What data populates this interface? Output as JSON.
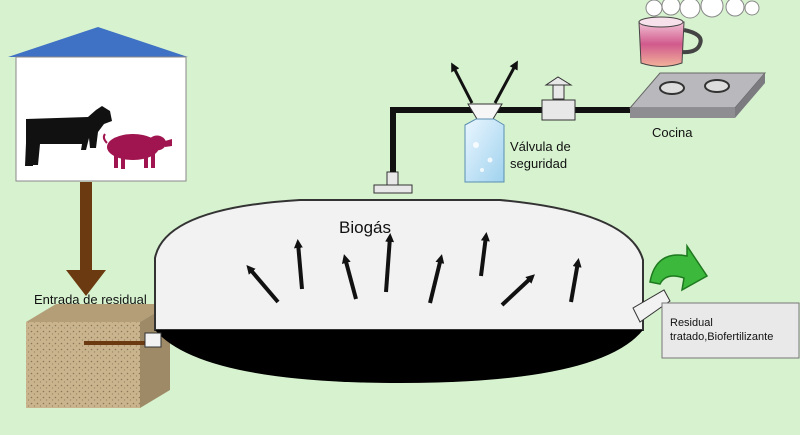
{
  "labels": {
    "biogas": "Biogás",
    "valve_line1": "Válvula de",
    "valve_line2": "seguridad",
    "kitchen": "Cocina",
    "inlet": "Entrada de residual",
    "outlet_line1": "Residual",
    "outlet_line2": "tratado,Biofertilizante"
  },
  "colors": {
    "background": "#d7f2cf",
    "roof": "#3f72c4",
    "dome": "#f2f2f2",
    "sludge": "#000000",
    "inlet_arrow": "#6b3a10",
    "recycle_arrow": "#3cb83c",
    "cow": "#111111",
    "pig": "#a0154f",
    "pipe": "#111111"
  },
  "icons": {
    "animals": "cow-and-pig-icon",
    "valve": "water-bottle-valve-icon",
    "stove": "stove-with-cup-icon",
    "recycle": "curved-arrow-icon"
  }
}
